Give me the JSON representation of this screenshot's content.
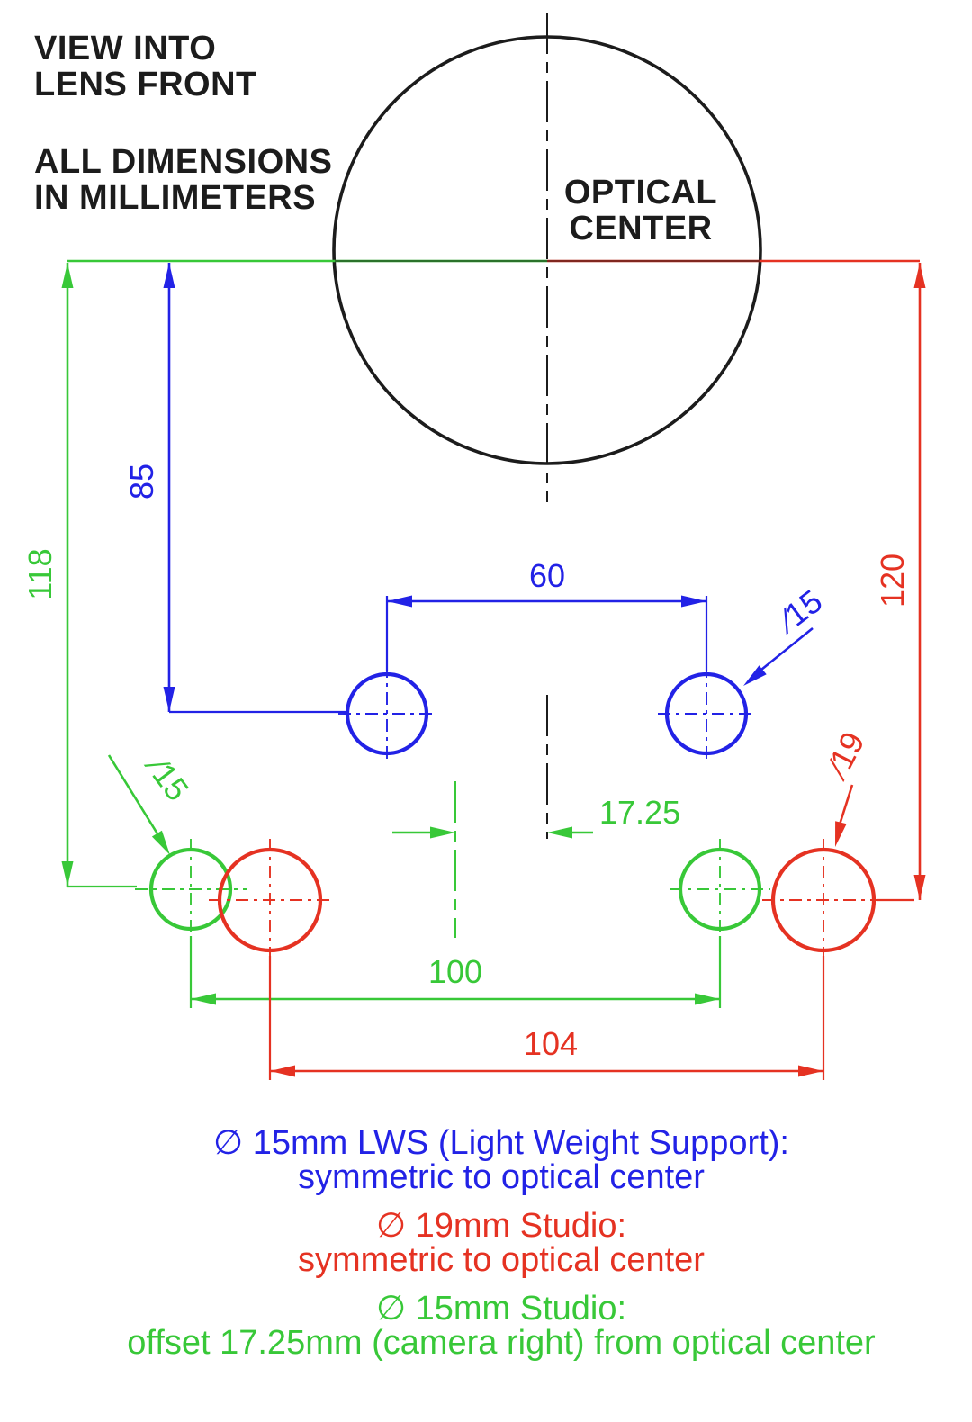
{
  "header": {
    "view_line1": "VIEW INTO",
    "view_line2": "LENS FRONT",
    "units_line1": "ALL DIMENSIONS",
    "units_line2": "IN MILLIMETERS"
  },
  "optical_center": {
    "line1": "OPTICAL",
    "line2": "CENTER"
  },
  "dimensions": {
    "lws_vertical": "85",
    "studio15_vertical": "118",
    "studio19_vertical": "120",
    "lws_spacing": "60",
    "studio15_offset": "17.25",
    "studio15_spacing": "100",
    "studio19_spacing": "104",
    "lws_diameter": "∕15",
    "studio15_diameter": "∕15",
    "studio19_diameter": "∕19"
  },
  "legend": {
    "lws_line1": "∅ 15mm LWS (Light Weight Support):",
    "lws_line2": "symmetric to optical center",
    "studio19_line1": "∅ 19mm Studio:",
    "studio19_line2": "symmetric to optical center",
    "studio15_line1": "∅ 15mm Studio:",
    "studio15_line2": "offset 17.25mm (camera right) from optical center"
  },
  "colors": {
    "lws_blue": "#2222e6",
    "studio15_green": "#38c838",
    "studio19_red": "#e53222",
    "drawing_black": "#1c1c1c"
  }
}
